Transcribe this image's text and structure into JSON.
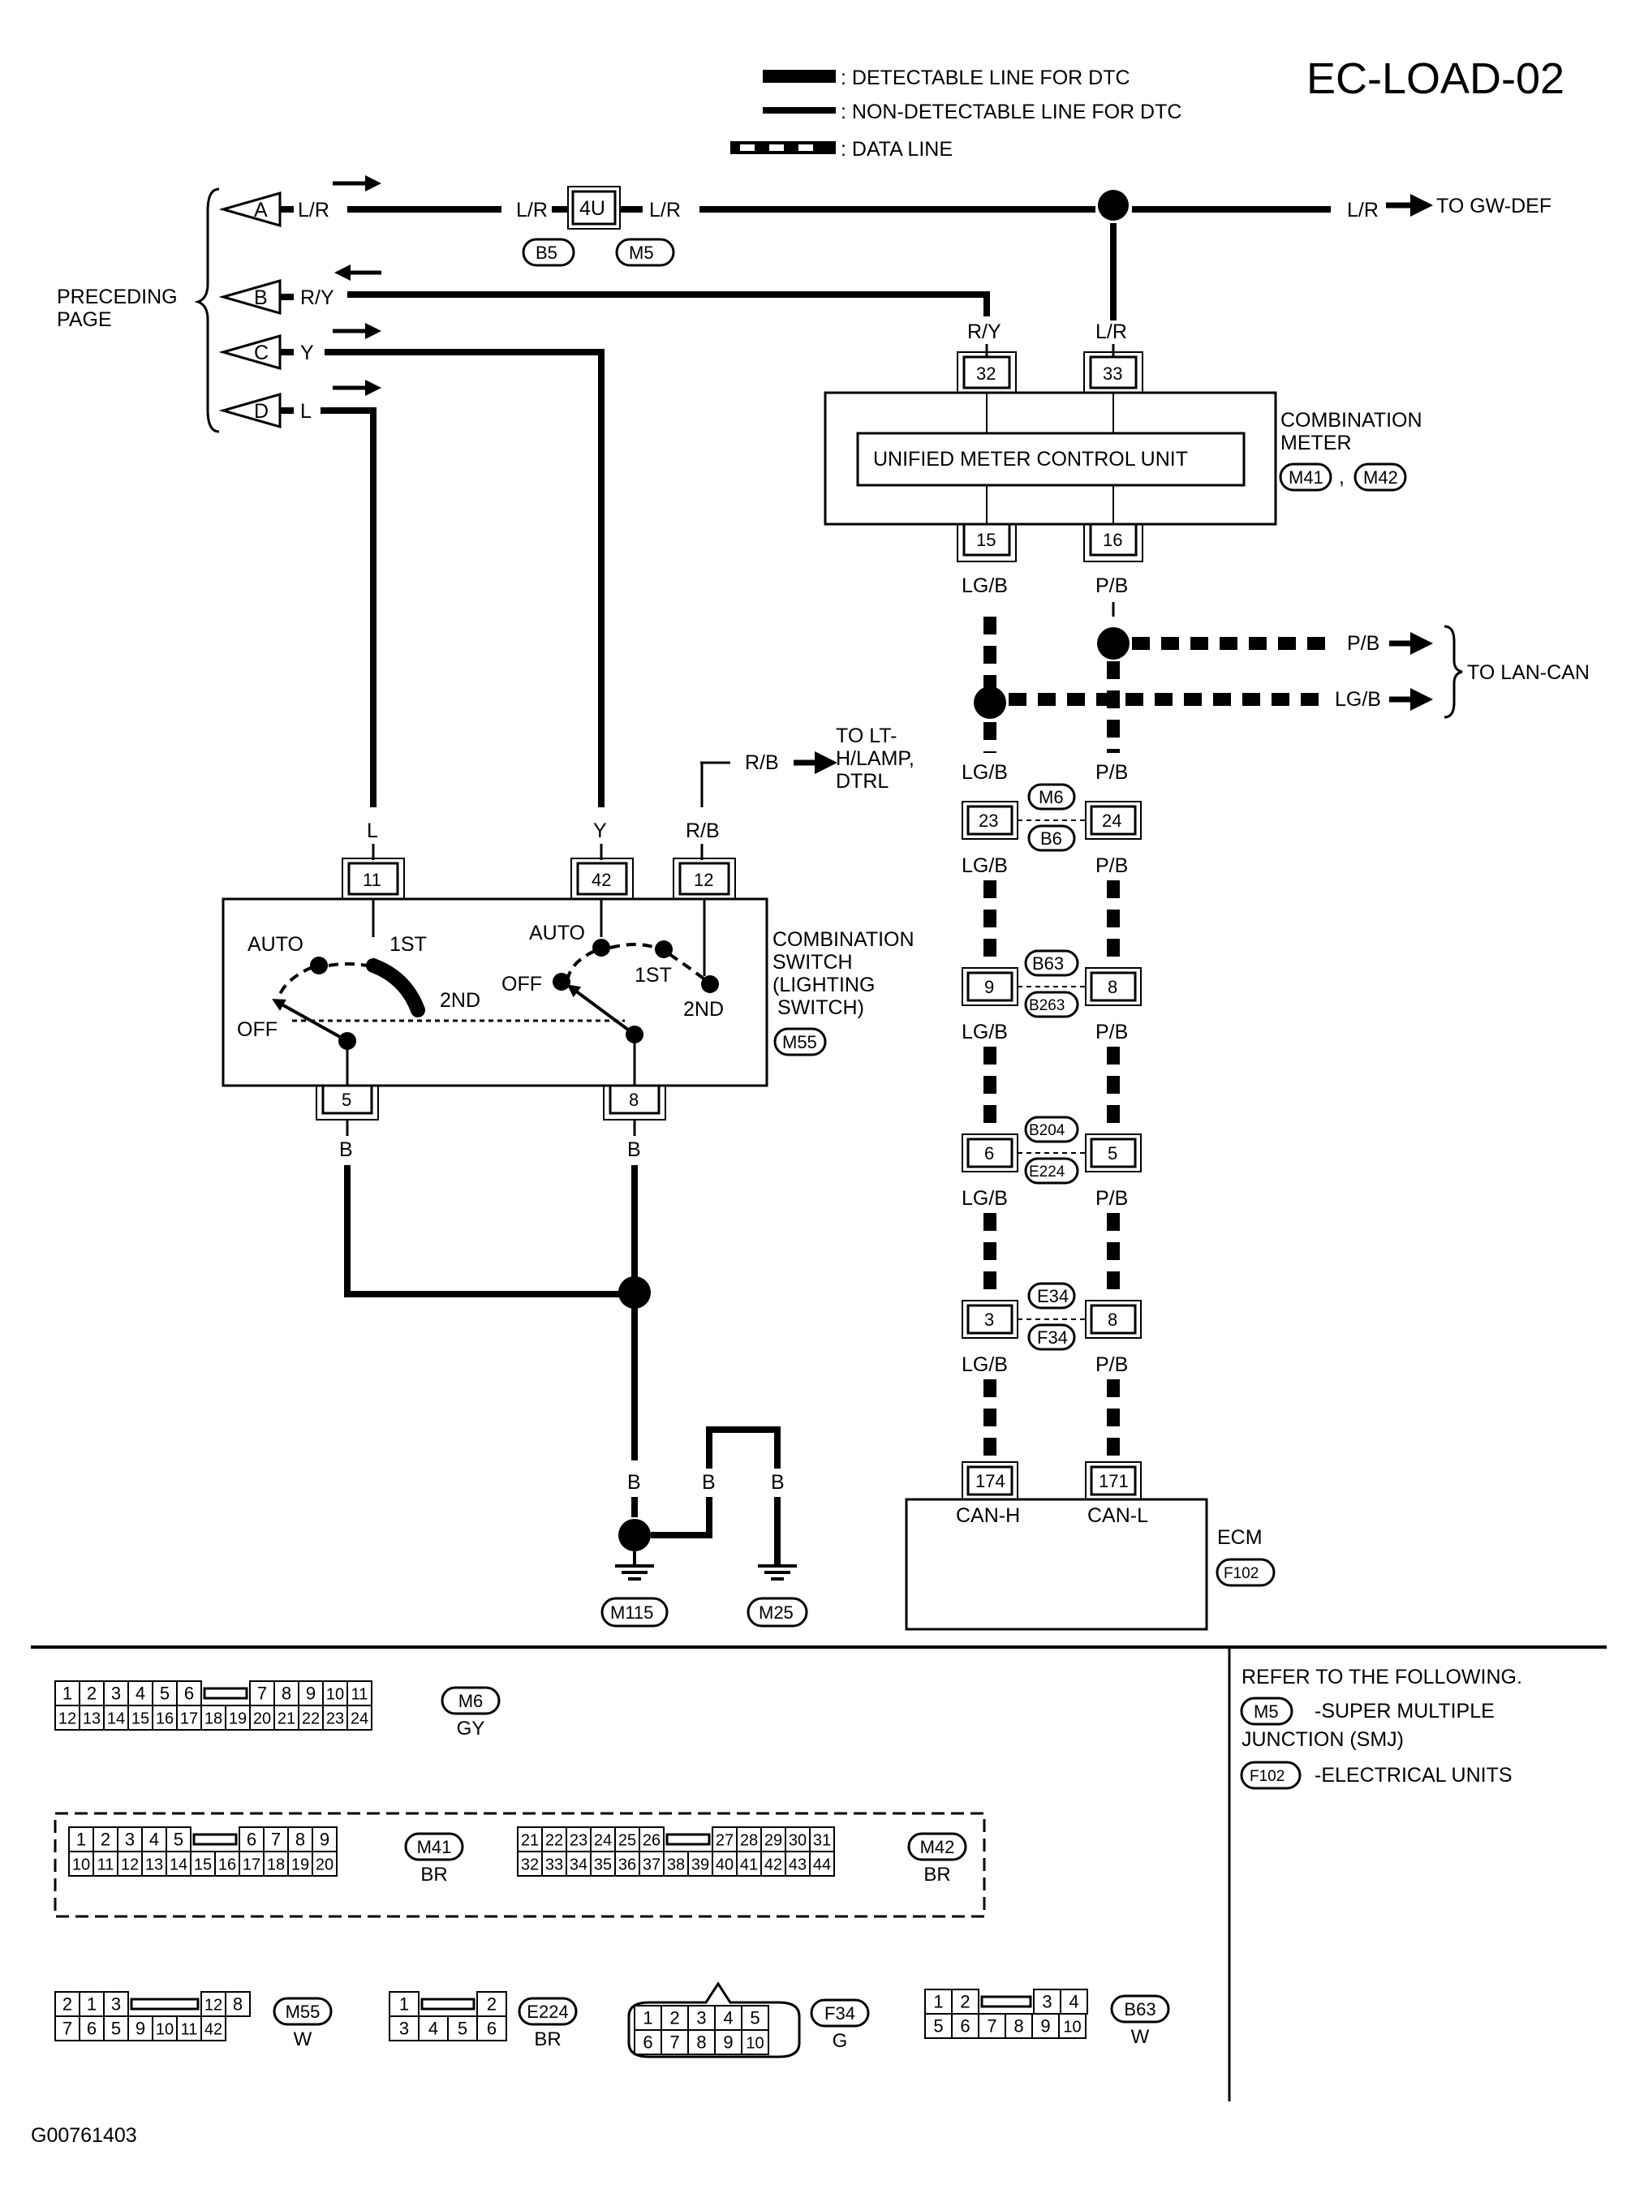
{
  "diagram_id": "EC-LOAD-02",
  "figure_code": "G00761403",
  "legend": {
    "detectable": ": DETECTABLE LINE FOR DTC",
    "non_detectable": ": NON-DETECTABLE LINE FOR DTC",
    "data_line": ": DATA LINE"
  },
  "preceding_page": {
    "label": "PRECEDING PAGE",
    "line1": "PRECEDING",
    "line2": "PAGE",
    "tabs": [
      "A",
      "B",
      "C",
      "D"
    ]
  },
  "wires": {
    "lr": "L/R",
    "ry": "R/Y",
    "y": "Y",
    "l": "L",
    "rb": "R/B",
    "b": "B",
    "lgb": "LG/B",
    "pb": "P/B"
  },
  "joint": {
    "name": "4U",
    "left_connector": "B5",
    "right_connector": "M5"
  },
  "to_gw_def": "TO GW-DEF",
  "to_lt": {
    "line1": "TO LT-",
    "line2": "H/LAMP,",
    "line3": "DTRL"
  },
  "to_lan_can": "TO LAN-CAN",
  "combination_meter": {
    "label_line1": "COMBINATION",
    "label_line2": "METER",
    "inner_unit": "UNIFIED METER CONTROL UNIT",
    "connectors": [
      "M41",
      "M42"
    ],
    "separator": ",",
    "pins_top": [
      "32",
      "33"
    ],
    "pins_bottom": [
      "15",
      "16"
    ]
  },
  "combination_switch": {
    "label_line1": "COMBINATION",
    "label_line2": "SWITCH",
    "label_line3": "(LIGHTING",
    "label_line4": "SWITCH)",
    "connector": "M55",
    "pins_top": [
      "11",
      "42",
      "12"
    ],
    "pins_bottom": [
      "5",
      "8"
    ],
    "positions": {
      "auto": "AUTO",
      "first": "1ST",
      "second": "2ND",
      "off": "OFF"
    }
  },
  "inline_connectors": [
    {
      "top": "M6",
      "bottom": "B6",
      "left_pin": "23",
      "right_pin": "24"
    },
    {
      "top": "B63",
      "bottom": "B263",
      "left_pin": "9",
      "right_pin": "8"
    },
    {
      "top": "B204",
      "bottom": "E224",
      "left_pin": "6",
      "right_pin": "5"
    },
    {
      "top": "E34",
      "bottom": "F34",
      "left_pin": "3",
      "right_pin": "8"
    }
  ],
  "ecm": {
    "label": "ECM",
    "connector": "F102",
    "pins": [
      "174",
      "171"
    ],
    "pin_labels": [
      "CAN-H",
      "CAN-L"
    ]
  },
  "grounds": [
    "M115",
    "M25"
  ],
  "refer": {
    "heading": "REFER TO THE FOLLOWING.",
    "item1_connector": "M5",
    "item1_line1": "-SUPER MULTIPLE",
    "item1_line2": "JUNCTION (SMJ)",
    "item2_connector": "F102",
    "item2_text": "-ELECTRICAL UNITS"
  },
  "connector_faces": {
    "m6": {
      "name": "M6",
      "color": "GY",
      "row1a": [
        "1",
        "2",
        "3",
        "4",
        "5",
        "6"
      ],
      "row1b": [
        "7",
        "8",
        "9",
        "10",
        "11"
      ],
      "row2": [
        "12",
        "13",
        "14",
        "15",
        "16",
        "17",
        "18",
        "19",
        "20",
        "21",
        "22",
        "23",
        "24"
      ]
    },
    "m41": {
      "name": "M41",
      "color": "BR",
      "row1a": [
        "1",
        "2",
        "3",
        "4",
        "5"
      ],
      "row1b": [
        "6",
        "7",
        "8",
        "9"
      ],
      "row2": [
        "10",
        "11",
        "12",
        "13",
        "14",
        "15",
        "16",
        "17",
        "18",
        "19",
        "20"
      ]
    },
    "m42": {
      "name": "M42",
      "color": "BR",
      "row1a": [
        "21",
        "22",
        "23",
        "24",
        "25",
        "26"
      ],
      "row1b": [
        "27",
        "28",
        "29",
        "30",
        "31"
      ],
      "row2": [
        "32",
        "33",
        "34",
        "35",
        "36",
        "37",
        "38",
        "39",
        "40",
        "41",
        "42",
        "43",
        "44"
      ]
    },
    "m55": {
      "name": "M55",
      "color": "W",
      "row1a": [
        "2",
        "1",
        "3"
      ],
      "row1b": [
        "12",
        "8"
      ],
      "row2": [
        "7",
        "6",
        "5",
        "9",
        "10",
        "11",
        "42"
      ]
    },
    "e224": {
      "name": "E224",
      "color": "BR",
      "row1a": [
        "1"
      ],
      "row1b": [
        "2"
      ],
      "row2": [
        "3",
        "4",
        "5",
        "6"
      ]
    },
    "f34": {
      "name": "F34",
      "color": "G",
      "row1": [
        "1",
        "2",
        "3",
        "4",
        "5"
      ],
      "row2": [
        "6",
        "7",
        "8",
        "9",
        "10"
      ]
    },
    "b63": {
      "name": "B63",
      "color": "W",
      "row1a": [
        "1",
        "2"
      ],
      "row1b": [
        "3",
        "4"
      ],
      "row2": [
        "5",
        "6",
        "7",
        "8",
        "9",
        "10"
      ]
    }
  }
}
